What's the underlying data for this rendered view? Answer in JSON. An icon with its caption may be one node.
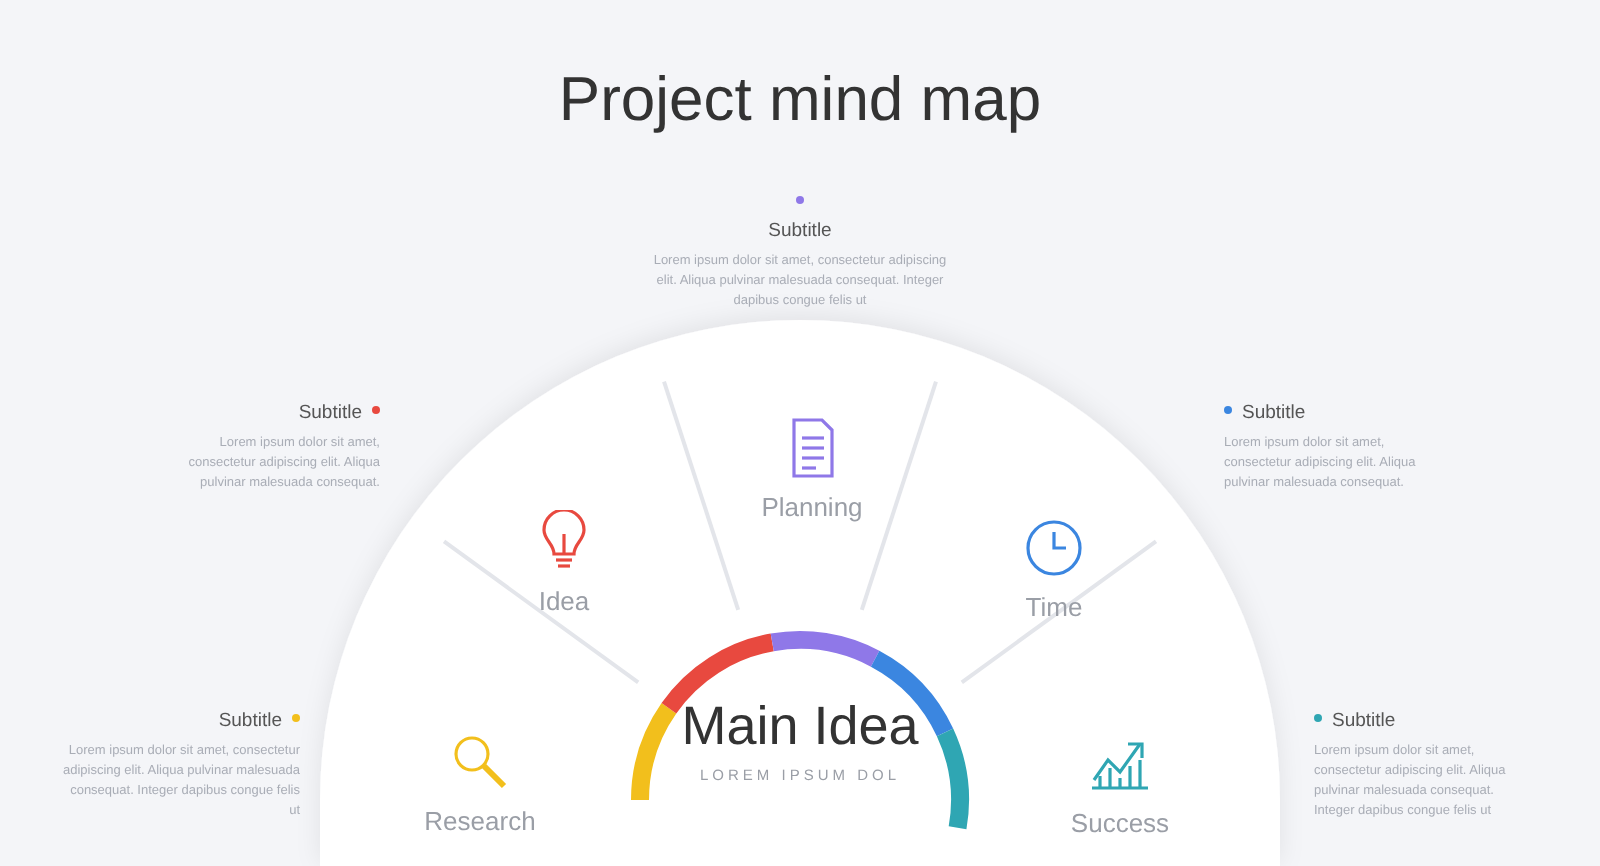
{
  "diagram": {
    "title": "Project mind map",
    "nodes": [
      {
        "text": [
          "Main Idea",
          "LOREM IPSUM DOL"
        ]
      },
      {
        "text": [
          "Research"
        ]
      },
      {
        "text": [
          "Idea"
        ]
      },
      {
        "text": [
          "Planning"
        ]
      },
      {
        "text": [
          "Time"
        ]
      },
      {
        "text": [
          "Success"
        ]
      }
    ],
    "labels": [
      "Subtitle",
      "Lorem ipsum dolor sit amet, consectetur adipiscing elit. Aliqua pulvinar malesuada consequat. Integer dapibus congue felis ut",
      "Subtitle",
      "Lorem ipsum dolor sit amet, consectetur adipiscing elit. Aliqua pulvinar malesuada consequat.",
      "Subtitle",
      "Lorem ipsum dolor sit amet, consectetur adipiscing elit. Aliqua pulvinar malesuada consequat.",
      "Subtitle",
      "Lorem ipsum dolor sit amet, consectetur adipiscing elit. Aliqua pulvinar malesuada consequat. Integer dapibus congue felis ut",
      "Subtitle",
      "Lorem ipsum dolor sit amet, consectetur adipiscing elit. Aliqua pulvinar malesuada consequat. Integer dapibus congue felis ut"
    ]
  }
}
